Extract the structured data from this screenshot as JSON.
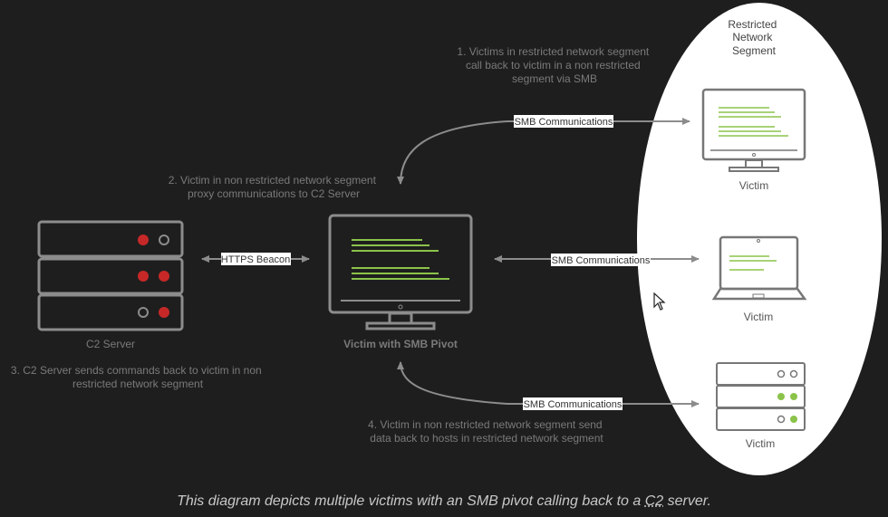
{
  "diagram": {
    "segment_title": [
      "Restricted",
      "Network",
      "Segment"
    ],
    "note1": [
      "1. Victims in restricted network segment",
      "call back to victim in a non restricted",
      "segment via SMB"
    ],
    "note2": [
      "2. Victim in non restricted network segment",
      "proxy communications to C2 Server"
    ],
    "note3": [
      "3. C2 Server sends commands back to victim in non",
      "restricted network segment"
    ],
    "note4": [
      "4. Victim in non restricted network segment send",
      "data back to hosts in restricted network segment"
    ],
    "https_label": "HTTPS Beacon",
    "smb_labels": [
      "SMB Communications",
      "SMB Communications",
      "SMB Communications"
    ],
    "c2_label": "C2 Server",
    "pivot_label": "Victim with SMB Pivot",
    "victim_labels": [
      "Victim",
      "Victim",
      "Victim"
    ]
  },
  "caption": {
    "before": "This diagram depicts multiple victims with an SMB pivot calling back to a ",
    "abbr": "C2",
    "after": " server."
  },
  "colors": {
    "background": "#1e1e1e",
    "stroke": "#8c8c8c",
    "ellipse_fill": "#ffffff",
    "text_dark": "#7a7a7a",
    "green": "#8bc34a",
    "red": "#c62828"
  }
}
